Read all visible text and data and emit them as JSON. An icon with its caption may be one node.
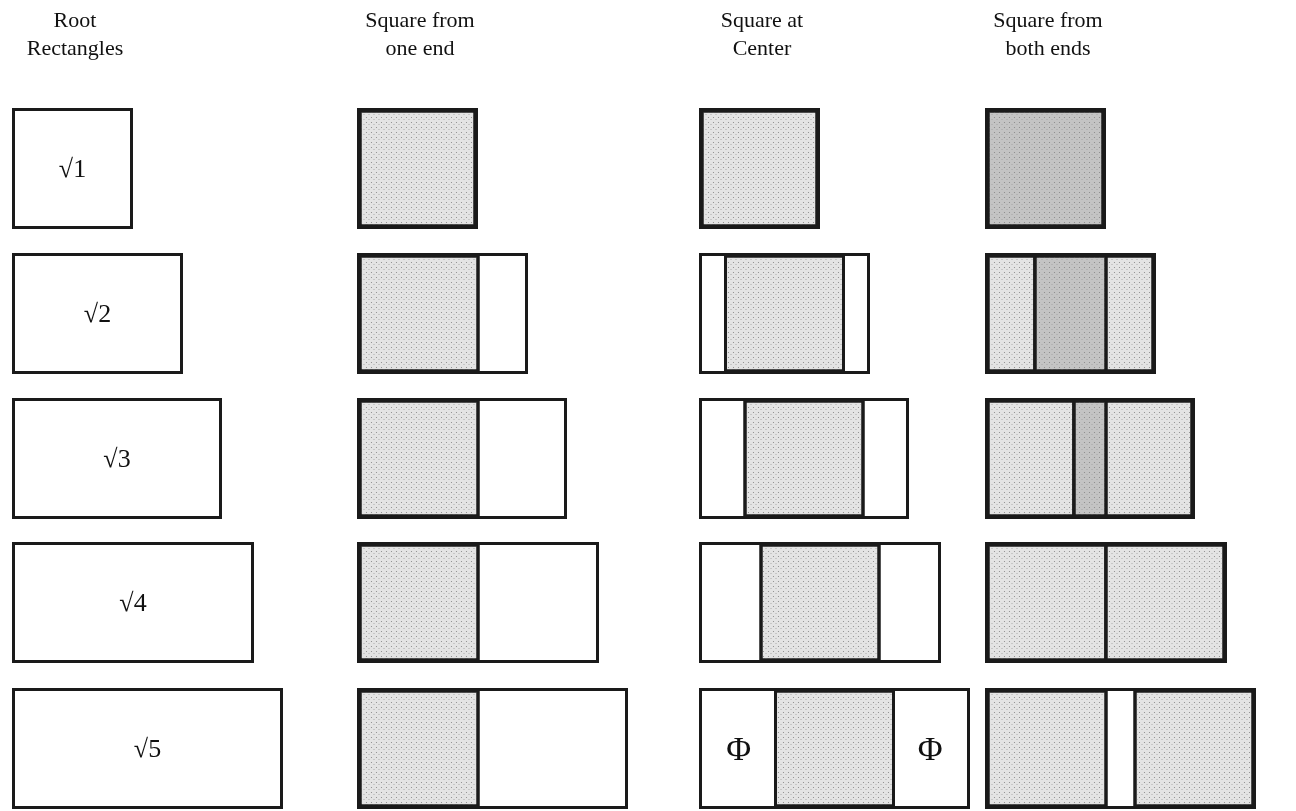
{
  "diagram": {
    "nodes": [
      {
        "text": [
          "√1"
        ]
      },
      {
        "text": [],
        "shape": "box"
      },
      {
        "text": [],
        "shape": "box"
      },
      {
        "text": [],
        "shape": "box"
      },
      {
        "text": [
          "√2"
        ]
      },
      {
        "text": [],
        "shape": "box"
      },
      {
        "text": [],
        "shape": "box"
      },
      {
        "text": [],
        "shape": "box"
      },
      {
        "text": [
          "√3"
        ]
      },
      {
        "text": [],
        "shape": "box"
      },
      {
        "text": [],
        "shape": "box"
      },
      {
        "text": [],
        "shape": "box"
      },
      {
        "text": [
          "√4"
        ]
      },
      {
        "text": [],
        "shape": "box"
      },
      {
        "text": [],
        "shape": "box"
      },
      {
        "text": [],
        "shape": "box"
      },
      {
        "text": [
          "√5"
        ]
      },
      {
        "text": [],
        "shape": "box"
      },
      {
        "text": [
          "Φ",
          "Φ"
        ]
      },
      {
        "text": [],
        "shape": "box"
      }
    ],
    "labels": [
      "Root Rectangles",
      "Square from one end",
      "Square at Center",
      "Square from both ends"
    ]
  }
}
